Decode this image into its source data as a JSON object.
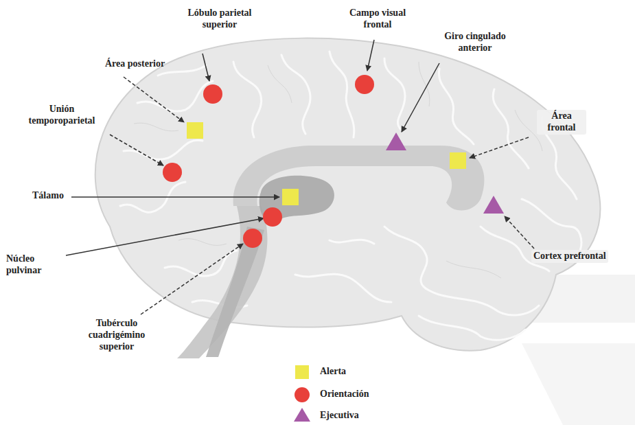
{
  "diagram": {
    "labels": [
      "Lóbulo parietal superior",
      "Campo visual frontal",
      "Área posterior",
      "Giro cingulado anterior",
      "Unión temporoparietal",
      "Área frontal",
      "Tálamo",
      "Núcleo pulvinar",
      "Cortex prefrontal",
      "Tubérculo cuadrigémino superior"
    ],
    "legend": [
      {
        "text": "Alerta"
      },
      {
        "text": "Orientación"
      },
      {
        "text": "Ejecutiva"
      }
    ]
  }
}
